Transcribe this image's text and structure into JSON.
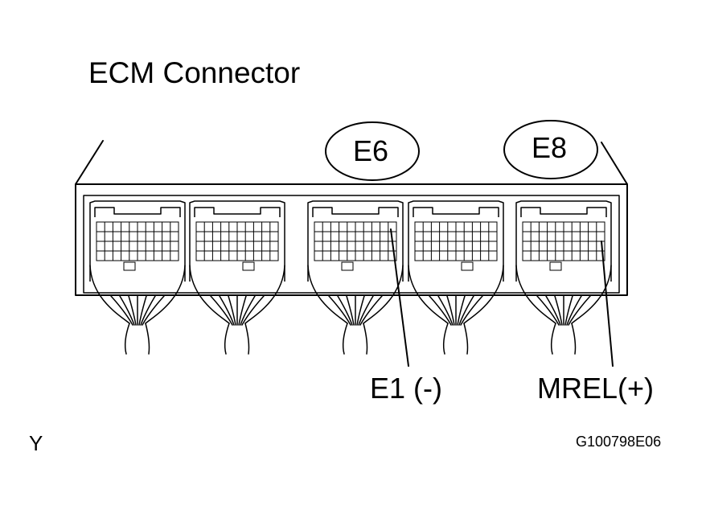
{
  "title": "ECM Connector",
  "connectors": {
    "e6": "E6",
    "e8": "E8"
  },
  "terminals": {
    "e1": "E1 (-)",
    "mrel": "MREL(+)"
  },
  "view_code": "Y",
  "figure_id": "G100798E06"
}
